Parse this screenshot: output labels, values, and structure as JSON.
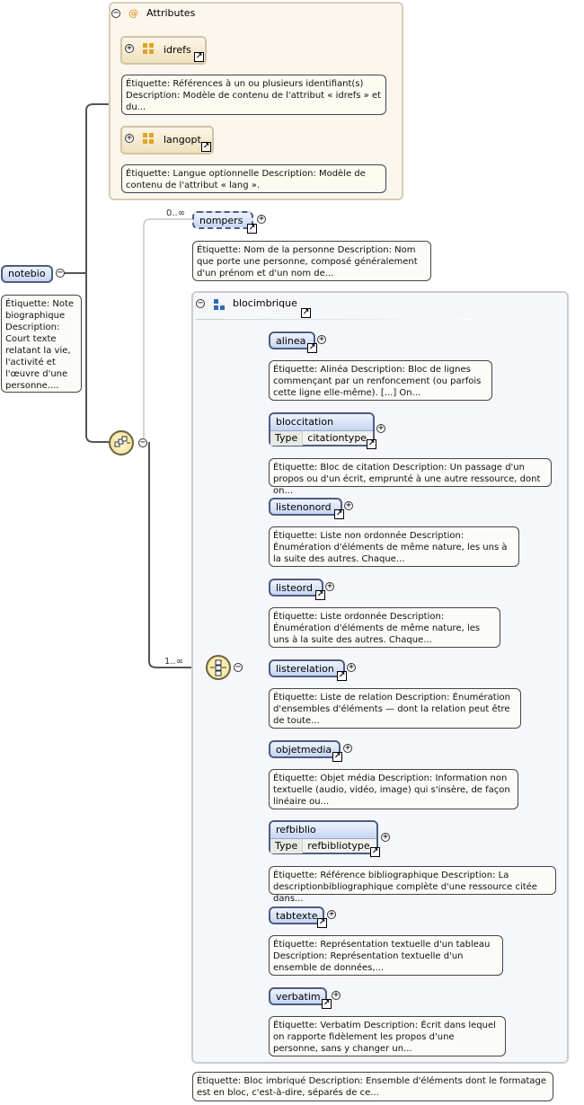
{
  "root": {
    "name": "notebio",
    "note": "Étiquette: Note biographique Description: Court texte relatant la vie, l'activité et l'œuvre d'une personne...."
  },
  "attributes": {
    "title": "Attributes",
    "at_symbol": "@",
    "items": [
      {
        "name": "idrefs",
        "note": "Étiquette: Références à un ou plusieurs identifiant(s) Description: Modèle de contenu de l'attribut « idrefs » et du..."
      },
      {
        "name": "langopt",
        "note": "Étiquette: Langue optionnelle Description: Modèle de contenu de l'attribut « lang »."
      }
    ]
  },
  "nompers": {
    "cardinality": "0..∞",
    "name": "nompers",
    "note": "Étiquette: Nom de la personne Description: Nom que porte une personne, composé généralement d'un prénom et d'un nom de..."
  },
  "group": {
    "cardinality": "1..∞",
    "name": "blocimbrique",
    "note": "Étiquette: Bloc imbriqué Description: Ensemble d'éléments dont le formatage est en bloc, c'est-à-dire, séparés de ce...",
    "children": [
      {
        "name": "alinea",
        "note": "Étiquette: Alinéa Description: Bloc de lignes commençant par un renfoncement (ou parfois cette ligne elle-même). [...] On..."
      },
      {
        "name": "bloccitation",
        "type_key": "Type",
        "type_value": "citationtype",
        "note": "Étiquette: Bloc de citation Description: Un passage d'un propos ou d'un écrit, emprunté à une autre ressource, dont on..."
      },
      {
        "name": "listenonord",
        "note": "Étiquette: Liste non ordonnée Description: Énumération d'éléments de même nature, les uns à la suite des autres. Chaque..."
      },
      {
        "name": "listeord",
        "note": "Étiquette: Liste ordonnée Description: Énumération d'éléments de même nature, les uns à la suite des autres. Chaque..."
      },
      {
        "name": "listerelation",
        "note": "Étiquette: Liste de relation Description: Énumération d'ensembles d'éléments — dont la relation peut être de toute..."
      },
      {
        "name": "objetmedia",
        "note": "Étiquette: Objet média Description: Information non textuelle (audio, vidéo, image) qui s'insère, de façon linéaire ou..."
      },
      {
        "name": "refbiblio",
        "type_key": "Type",
        "type_value": "refbibliotype",
        "note": "Étiquette: Référence bibliographique Description: La descriptionbibliographique complète d'une ressource citée dans..."
      },
      {
        "name": "tabtexte",
        "note": "Étiquette: Représentation textuelle d'un tableau Description: Représentation textuelle d'un ensemble de données,..."
      },
      {
        "name": "verbatim",
        "note": "Étiquette: Verbatim Description: Écrit dans lequel on rapporte fidèlement les propos d'une personne, sans y changer un..."
      }
    ]
  },
  "symbols": {
    "collapse": "−",
    "expand": "+",
    "jump": "↗"
  },
  "colors": {
    "element_border": "#4d5d82",
    "element_fill": "#c6d5f2",
    "attr_fill": "#fbf7ee",
    "wire": "#444444",
    "compositor": "#f1df8c"
  }
}
